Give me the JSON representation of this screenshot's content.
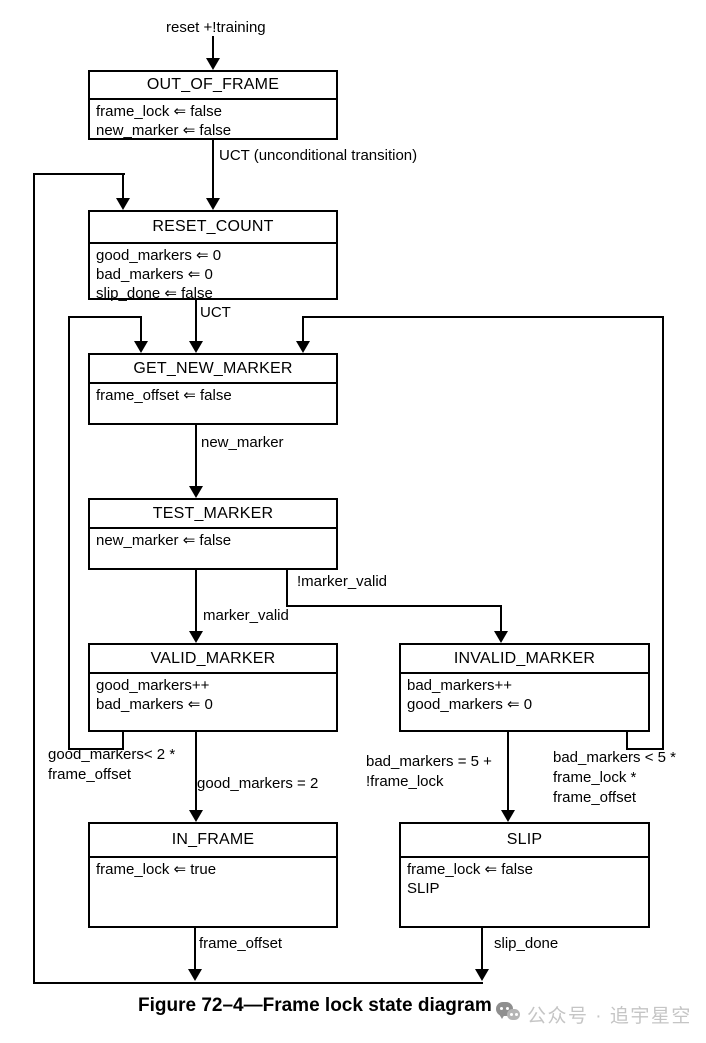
{
  "diagram": {
    "entry_condition": "reset +!training",
    "caption": "Figure 72–4—Frame lock state diagram",
    "watermark_text": "公众号 · 追宇星空"
  },
  "states": {
    "out_of_frame": {
      "name": "OUT_OF_FRAME",
      "actions": [
        "frame_lock ⇐ false",
        "new_marker ⇐ false"
      ]
    },
    "reset_count": {
      "name": "RESET_COUNT",
      "actions": [
        "good_markers ⇐ 0",
        "bad_markers ⇐ 0",
        "slip_done ⇐ false"
      ]
    },
    "get_new_marker": {
      "name": "GET_NEW_MARKER",
      "actions": [
        "frame_offset ⇐ false"
      ]
    },
    "test_marker": {
      "name": "TEST_MARKER",
      "actions": [
        "new_marker ⇐ false"
      ]
    },
    "valid_marker": {
      "name": "VALID_MARKER",
      "actions": [
        "good_markers++",
        "bad_markers ⇐ 0"
      ]
    },
    "invalid_marker": {
      "name": "INVALID_MARKER",
      "actions": [
        "bad_markers++",
        "good_markers ⇐ 0"
      ]
    },
    "in_frame": {
      "name": "IN_FRAME",
      "actions": [
        "frame_lock ⇐ true"
      ]
    },
    "slip": {
      "name": "SLIP",
      "actions": [
        "frame_lock ⇐ false",
        "SLIP"
      ]
    }
  },
  "transitions": {
    "uct_full": "UCT (unconditional transition)",
    "uct": "UCT",
    "new_marker": "new_marker",
    "not_marker_valid": "!marker_valid",
    "marker_valid": "marker_valid",
    "good_markers_lt_2": [
      "good_markers< 2 *",
      "frame_offset"
    ],
    "good_markers_eq_2": "good_markers = 2",
    "bad_markers_eq_5": [
      "bad_markers = 5 +",
      "!frame_lock"
    ],
    "bad_markers_lt_5": [
      "bad_markers < 5 *",
      "frame_lock *",
      "frame_offset"
    ],
    "frame_offset": "frame_offset",
    "slip_done": "slip_done"
  }
}
